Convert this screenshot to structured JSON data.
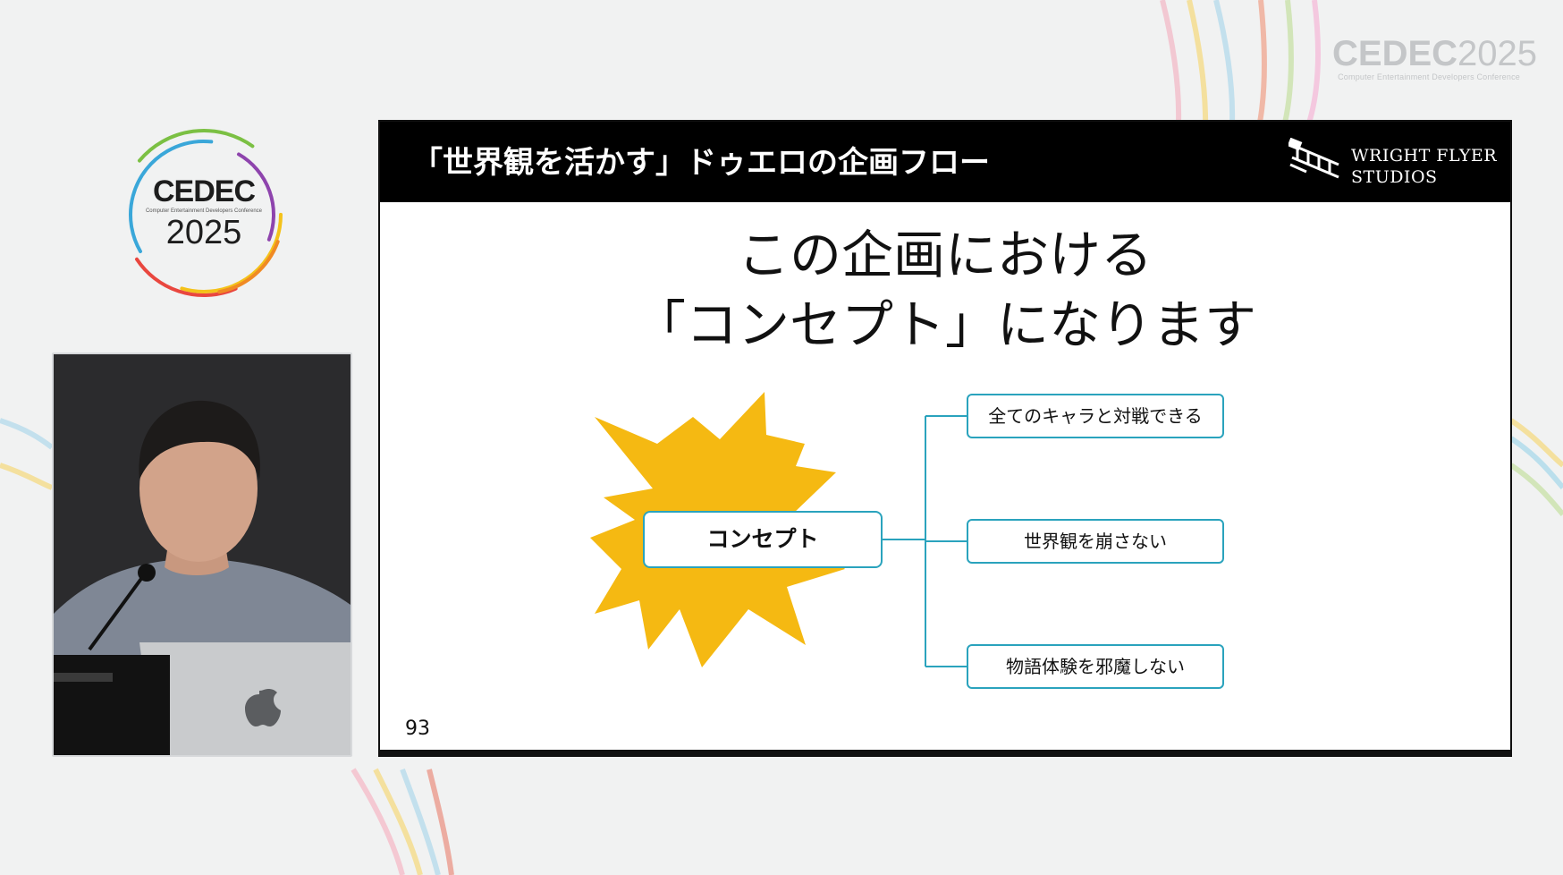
{
  "conference": {
    "corner_mark": "CEDEC",
    "corner_year": "2025",
    "corner_subtitle": "Computer Entertainment Developers Conference",
    "round_mark": "CEDEC",
    "round_subtitle": "Computer Entertainment Developers Conference",
    "round_year": "2025"
  },
  "slide": {
    "title": "「世界観を活かす」ドゥエロの企画フロー",
    "brand": {
      "line1": "WRIGHT FLYER",
      "line2": "STUDIOS"
    },
    "headline": {
      "line1": "この企画における",
      "line2": "「コンセプト」になります"
    },
    "concept_label": "コンセプト",
    "items": [
      {
        "label": "全てのキャラと対戦できる"
      },
      {
        "label": "世界観を崩さない"
      },
      {
        "label": "物語体験を邪魔しない"
      }
    ],
    "page_number": "93"
  },
  "colors": {
    "accent": "#2aa3bd",
    "starburst": "#f5b912",
    "header_bg": "#000000"
  }
}
